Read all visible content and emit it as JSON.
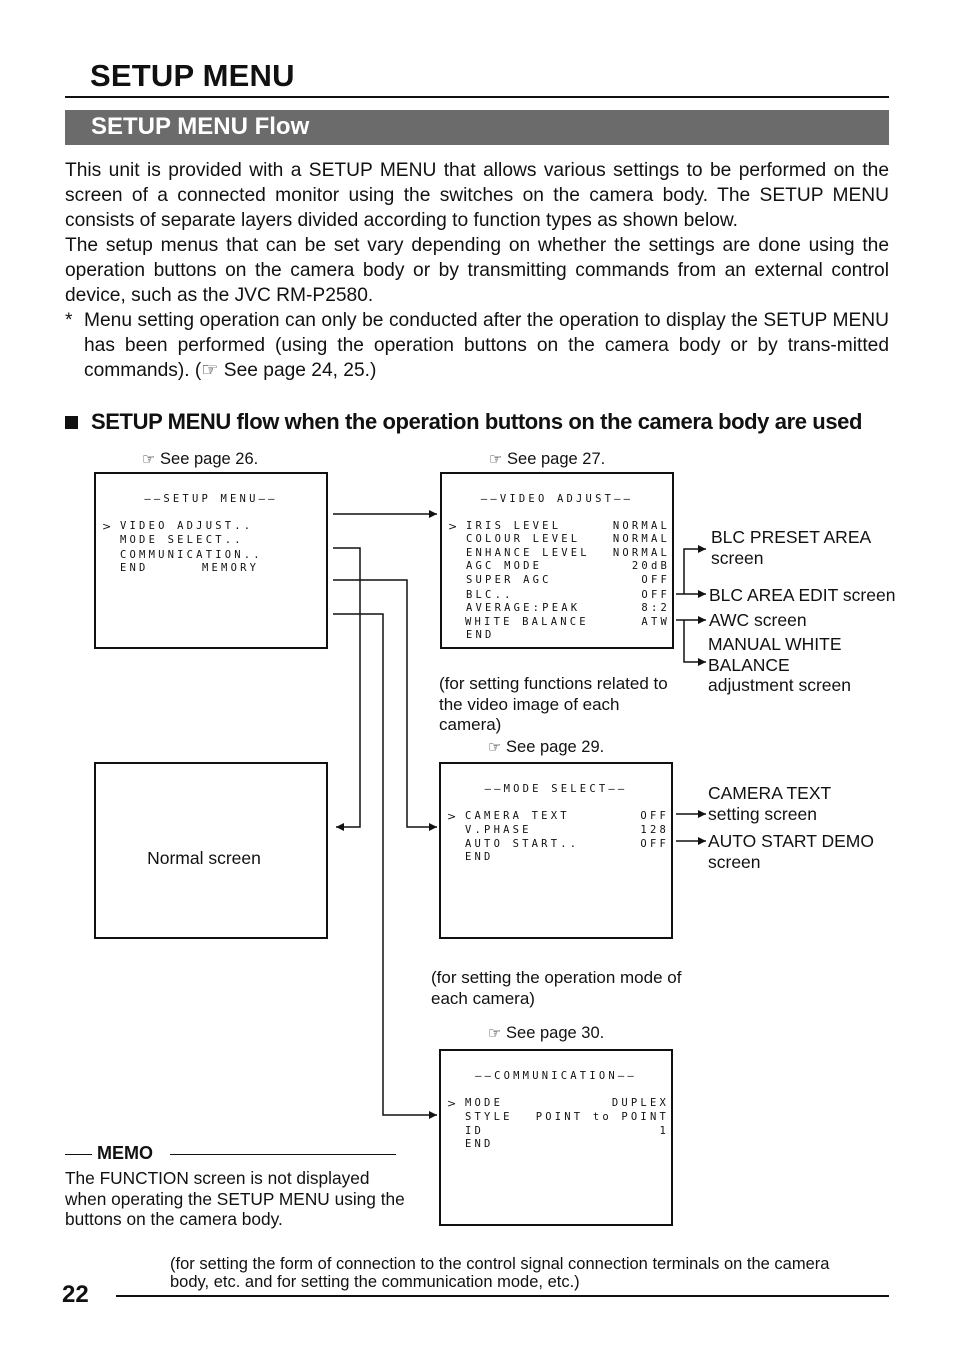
{
  "title": "SETUP MENU",
  "section_title": "SETUP MENU Flow",
  "intro_paragraph_1": "This unit is provided with a SETUP MENU that allows various settings to be performed on the screen of a connected monitor using the switches on the camera body. The SETUP MENU consists of separate layers divided according to function types as shown below.",
  "intro_paragraph_2": "The setup menus that can be set vary depending on whether the settings are done using the operation buttons on the camera body or by transmitting commands from an external control device, such as the JVC RM-P2580.",
  "note_marker": "*",
  "note_text": "Menu setting operation can only be conducted after the operation to display the SETUP MENU has been performed (using the operation buttons on the camera body or by trans-mitted commands). (☞ See page 24, 25.)",
  "subheading": "SETUP MENU flow when the operation buttons on the camera body are used",
  "icons": {
    "reference": "pointing-hand-icon",
    "bullet": "square-bullet-icon"
  },
  "diagram": {
    "setup_menu_screen": {
      "ref": "See page 26.",
      "title": "––SETUP MENU––",
      "cursor": ">",
      "items": [
        {
          "label": "VIDEO ADJUST..",
          "value": ""
        },
        {
          "label": "MODE SELECT..",
          "value": ""
        },
        {
          "label": "COMMUNICATION..",
          "value": ""
        },
        {
          "label": "END",
          "value": "MEMORY"
        }
      ]
    },
    "video_adjust_screen": {
      "ref": "See page 27.",
      "title": "––VIDEO ADJUST––",
      "cursor": ">",
      "items": [
        {
          "label": "IRIS LEVEL",
          "value": "NORMAL"
        },
        {
          "label": "COLOUR LEVEL",
          "value": "NORMAL"
        },
        {
          "label": "ENHANCE LEVEL",
          "value": "NORMAL"
        },
        {
          "label": "AGC MODE",
          "value": "20dB"
        },
        {
          "label": "SUPER AGC",
          "value": "OFF"
        },
        {
          "label": "BLC..",
          "value": "OFF"
        },
        {
          "label": "AVERAGE:PEAK",
          "value": "8:2"
        },
        {
          "label": "WHITE BALANCE",
          "value": "ATW"
        },
        {
          "label": "END",
          "value": ""
        }
      ],
      "caption": "(for setting functions related to the video image of each camera)"
    },
    "video_adjust_targets": {
      "blc_preset": "BLC PRESET AREA screen",
      "blc_edit": "BLC AREA EDIT screen",
      "awc": "AWC screen",
      "manual_wb": "MANUAL WHITE BALANCE adjustment screen"
    },
    "normal_screen": {
      "label": "Normal screen"
    },
    "mode_select_screen": {
      "ref": "See page 29.",
      "title": "––MODE SELECT––",
      "cursor": ">",
      "items": [
        {
          "label": "CAMERA TEXT",
          "value": "OFF"
        },
        {
          "label": "V.PHASE",
          "value": "128"
        },
        {
          "label": "AUTO START..",
          "value": "OFF"
        },
        {
          "label": "END",
          "value": ""
        }
      ],
      "caption": "(for setting the operation mode of each camera)"
    },
    "mode_select_targets": {
      "camera_text": "CAMERA TEXT setting screen",
      "auto_start": "AUTO START DEMO screen"
    },
    "communication_screen": {
      "ref": "See page 30.",
      "title": "––COMMUNICATION––",
      "cursor": ">",
      "items": [
        {
          "label": "MODE",
          "value": "DUPLEX"
        },
        {
          "label": "STYLE",
          "value": "POINT to POINT"
        },
        {
          "label": "ID",
          "value": "1"
        },
        {
          "label": "END",
          "value": ""
        }
      ],
      "caption": "(for setting the form of connection to the control signal connection terminals on the camera body, etc. and for setting the communication mode, etc.)"
    }
  },
  "memo": {
    "label": "MEMO",
    "text": "The FUNCTION screen is not displayed when operating the SETUP MENU using the buttons on the camera body."
  },
  "page_number": "22"
}
